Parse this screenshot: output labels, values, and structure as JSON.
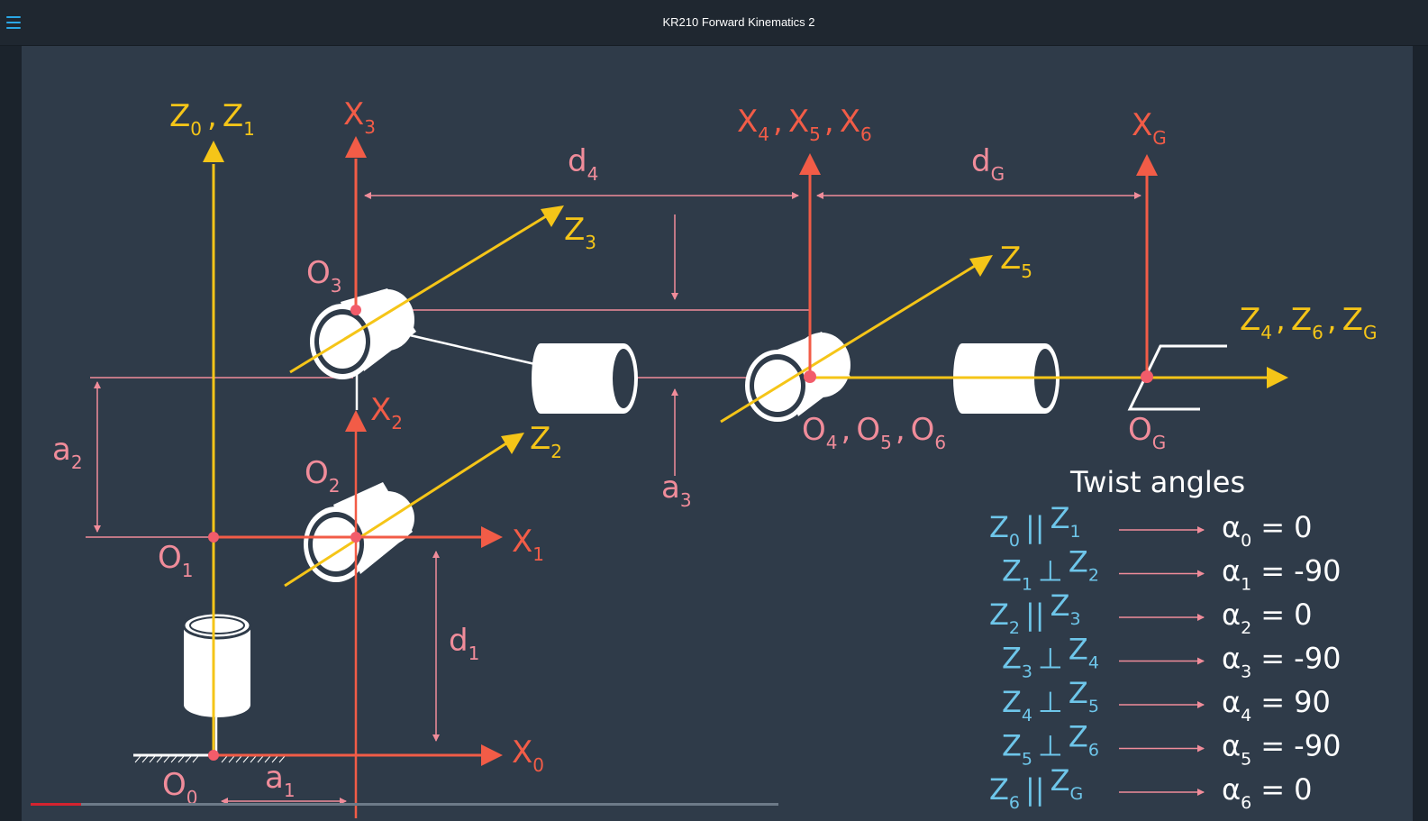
{
  "window": {
    "title": "KR210 Forward Kinematics 2"
  },
  "player": {
    "played_fraction": 0.067
  },
  "colors": {
    "background": "#2f3b49",
    "z_axis": "#f5c518",
    "x_axis": "#f25c47",
    "label_pink": "#f08c9a",
    "twist_blue": "#6ec6ea",
    "white": "#ffffff"
  },
  "diagram": {
    "labels": {
      "z0z1": {
        "a": "Z",
        "as": "0",
        "sep": ",",
        "b": "Z",
        "bs": "1"
      },
      "x3": {
        "a": "X",
        "as": "3"
      },
      "x456": {
        "a": "X",
        "as": "4",
        "b": "X",
        "bs": "5",
        "c": "X",
        "cs": "6",
        "sep": ","
      },
      "xg": {
        "a": "X",
        "as": "G"
      },
      "d4": {
        "a": "d",
        "as": "4"
      },
      "dg": {
        "a": "d",
        "as": "G"
      },
      "z3": {
        "a": "Z",
        "as": "3"
      },
      "z5": {
        "a": "Z",
        "as": "5"
      },
      "z46g": {
        "a": "Z",
        "as": "4",
        "b": "Z",
        "bs": "6",
        "c": "Z",
        "cs": "G",
        "sep": ","
      },
      "o3": {
        "a": "O",
        "as": "3"
      },
      "x2": {
        "a": "X",
        "as": "2"
      },
      "z2": {
        "a": "Z",
        "as": "2"
      },
      "o2": {
        "a": "O",
        "as": "2"
      },
      "a2": {
        "a": "a",
        "as": "2"
      },
      "a3": {
        "a": "a",
        "as": "3"
      },
      "o456": {
        "a": "O",
        "as": "4",
        "b": "O",
        "bs": "5",
        "c": "O",
        "cs": "6",
        "sep": ","
      },
      "og": {
        "a": "O",
        "as": "G"
      },
      "o1": {
        "a": "O",
        "as": "1"
      },
      "x1": {
        "a": "X",
        "as": "1"
      },
      "d1": {
        "a": "d",
        "as": "1"
      },
      "x0": {
        "a": "X",
        "as": "0"
      },
      "o0": {
        "a": "O",
        "as": "0"
      },
      "a1": {
        "a": "a",
        "as": "1"
      }
    },
    "twist": {
      "title": "Twist angles",
      "rows": [
        {
          "za": "Z",
          "zas": "0",
          "rel": "||",
          "zb": "Z",
          "zbs": "1",
          "alpha": "α",
          "alphas": "0",
          "value": "= 0"
        },
        {
          "za": "Z",
          "zas": "1",
          "rel": "⊥",
          "zb": "Z",
          "zbs": "2",
          "alpha": "α",
          "alphas": "1",
          "value": "= -90"
        },
        {
          "za": "Z",
          "zas": "2",
          "rel": "||",
          "zb": "Z",
          "zbs": "3",
          "alpha": "α",
          "alphas": "2",
          "value": "= 0"
        },
        {
          "za": "Z",
          "zas": "3",
          "rel": "⊥",
          "zb": "Z",
          "zbs": "4",
          "alpha": "α",
          "alphas": "3",
          "value": "= -90"
        },
        {
          "za": "Z",
          "zas": "4",
          "rel": "⊥",
          "zb": "Z",
          "zbs": "5",
          "alpha": "α",
          "alphas": "4",
          "value": "= 90"
        },
        {
          "za": "Z",
          "zas": "5",
          "rel": "⊥",
          "zb": "Z",
          "zbs": "6",
          "alpha": "α",
          "alphas": "5",
          "value": "= -90"
        },
        {
          "za": "Z",
          "zas": "6",
          "rel": "||",
          "zb": "Z",
          "zbs": "G",
          "alpha": "α",
          "alphas": "6",
          "value": "= 0"
        }
      ]
    }
  }
}
